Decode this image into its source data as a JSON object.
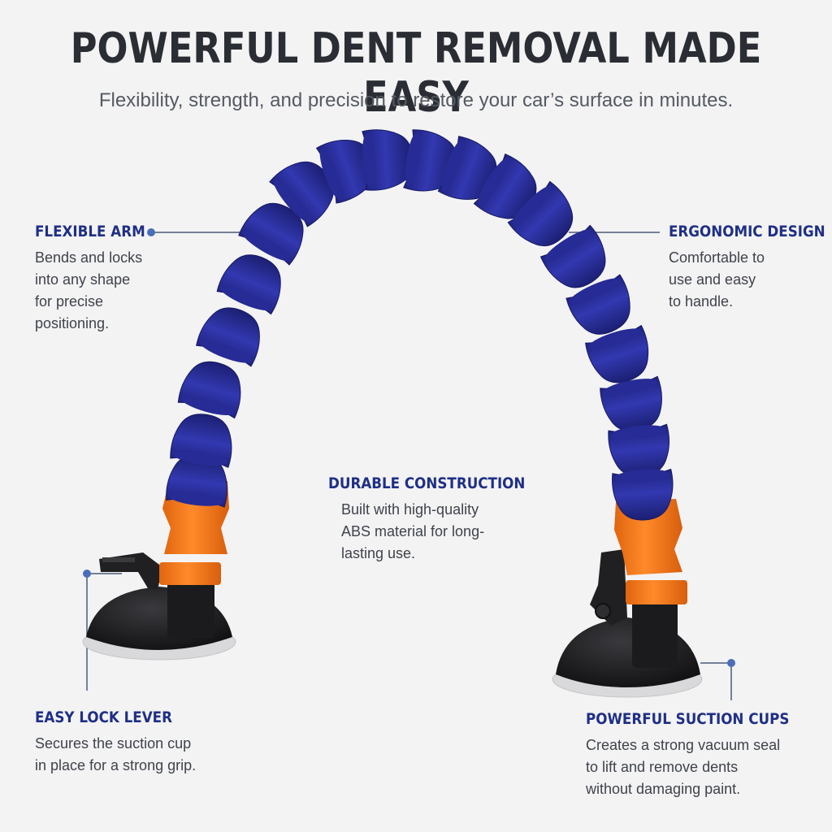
{
  "headline": "POWERFUL DENT REMOVAL MADE EASY",
  "subheadline": "Flexibility, strength, and precision to restore your car’s surface in minutes.",
  "colors": {
    "background": "#f3f3f4",
    "heading_blue": "#1f2f86",
    "arm_blue": "#2a2f9c",
    "accent_orange": "#f07a1e",
    "base_black": "#1c1c1e",
    "leader_line": "#4a5b7a"
  },
  "callouts": {
    "flexible_arm": {
      "title": "FLEXIBLE ARM",
      "text": "Bends and locks\ninto any shape\nfor precise\npositioning."
    },
    "ergonomic_design": {
      "title": "ERGONOMIC DESIGN",
      "text": "Comfortable to\nuse and easy\nto handle."
    },
    "durable_construction": {
      "title": "DURABLE CONSTRUCTION",
      "text": "Built with high-quality\nABS material for long-\nlasting use."
    },
    "easy_lock_lever": {
      "title": "EASY LOCK LEVER",
      "text": "Secures the suction cup\nin place for a strong grip."
    },
    "powerful_suction_cups": {
      "title": "POWERFUL SUCTION CUPS",
      "text": "Creates a strong vacuum seal\nto lift and remove dents\nwithout damaging paint."
    }
  }
}
